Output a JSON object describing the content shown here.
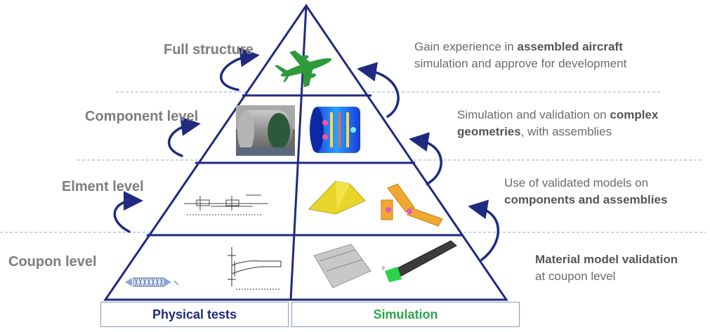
{
  "levels": [
    {
      "label": "Full structure",
      "desc_line1_plain": "Gain experience in ",
      "desc_line1_bold": "assembled aircraft",
      "desc_line2_plain": "simulation and approve for development",
      "desc_line2_bold": ""
    },
    {
      "label": "Component level",
      "desc_line1_plain": "Simulation and validation on ",
      "desc_line1_bold": "complex",
      "desc_line2_plain": ", with assemblies",
      "desc_line2_bold": "geometries"
    },
    {
      "label": "Elment level",
      "desc_line1_plain": "Use of validated models on",
      "desc_line1_bold": "",
      "desc_line2_plain": "",
      "desc_line2_bold": "components and assemblies"
    },
    {
      "label": "Coupon level",
      "desc_line1_plain": "",
      "desc_line1_bold": "Material model validation",
      "desc_line2_plain": "at coupon level",
      "desc_line2_bold": ""
    }
  ],
  "footer": {
    "physical_label": "Physical tests",
    "simulation_label": "Simulation"
  },
  "colors": {
    "pyramid_outline": "#1f2a80",
    "arrow": "#1f2a80",
    "physical_text": "#1f2a80",
    "simulation_text": "#2aa84a",
    "airplane": "#2e9a3a",
    "separator": "#9aa6cf"
  },
  "icons": {
    "airplane": "airplane-icon",
    "cylinder_photo": "cylinder-photo",
    "cylinder_fea": "cylinder-fea-model",
    "element_drawing": "element-joint-drawing",
    "element_fea": "element-fea-parts",
    "coupon_specimen": "coupon-specimen-icon",
    "coupon_drawing": "coupon-test-drawing",
    "coupon_fea": "coupon-fea-model"
  }
}
